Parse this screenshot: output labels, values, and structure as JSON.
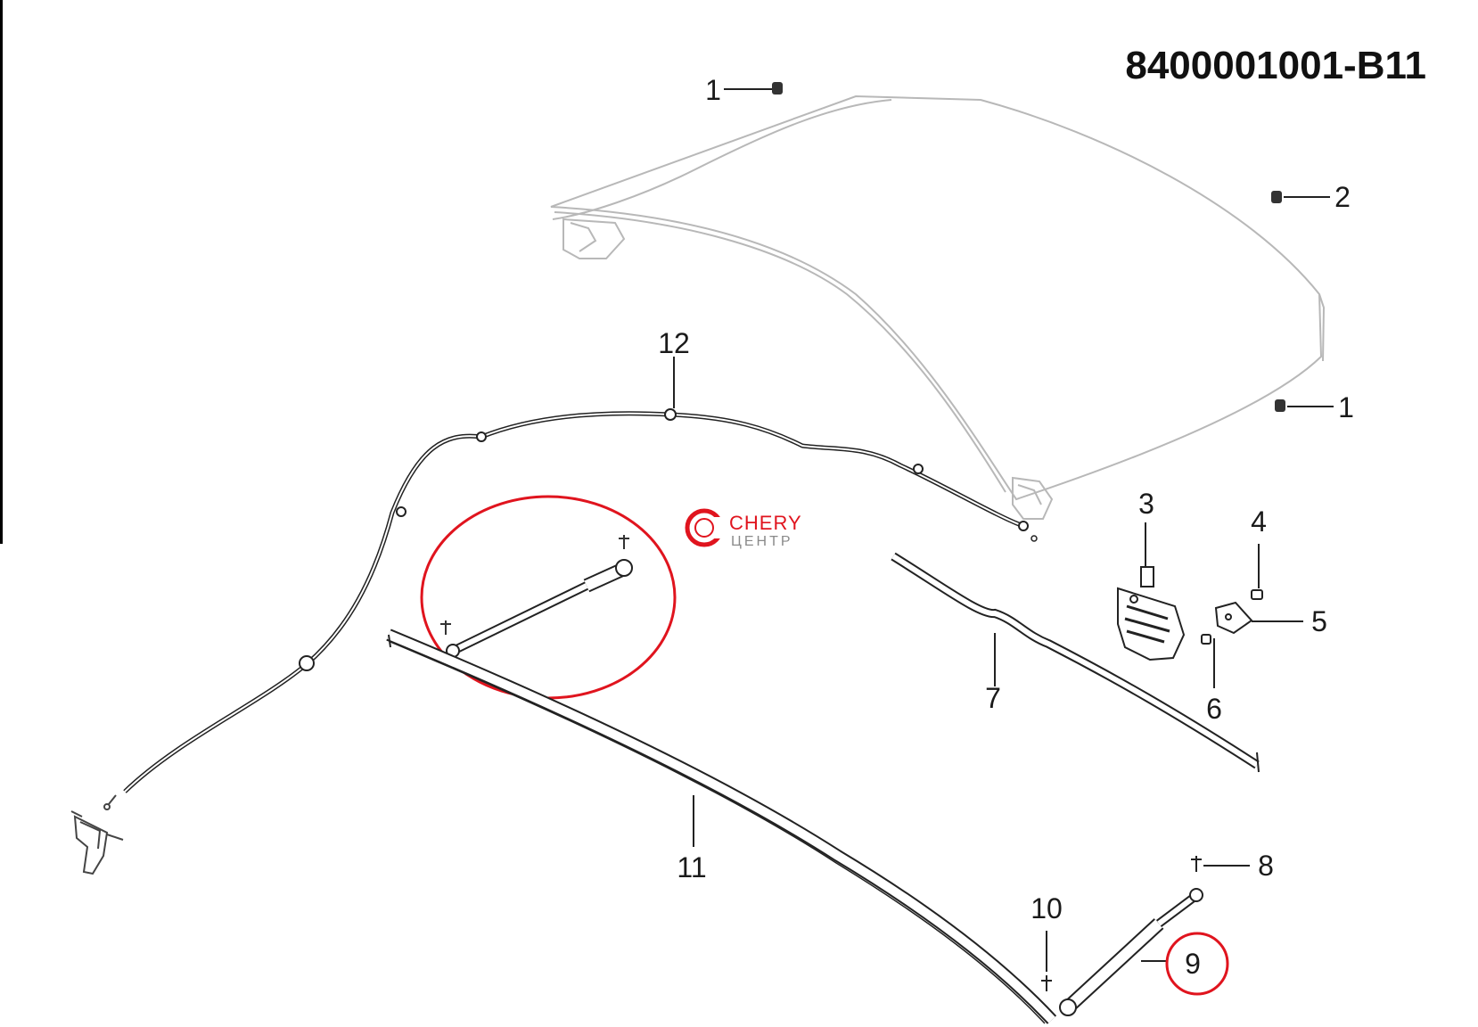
{
  "diagram": {
    "part_number": "8400001001-B11",
    "callouts": {
      "c1a": "1",
      "c1b": "1",
      "c2": "2",
      "c3": "3",
      "c4": "4",
      "c5": "5",
      "c6": "6",
      "c7": "7",
      "c8": "8",
      "c9": "9",
      "c10": "10",
      "c11": "11",
      "c12": "12"
    },
    "highlights": [
      "gas-strut-left",
      "callout-9"
    ],
    "colors": {
      "line": "#222222",
      "hood": "#b8b8b8",
      "highlight": "#e0141e",
      "brand_red": "#e0141e",
      "brand_gray": "#8a8a8a"
    }
  },
  "watermark": {
    "brand": "CHERY",
    "sub": "ЦЕНТР",
    "icon": "chery-c-logo-icon"
  }
}
